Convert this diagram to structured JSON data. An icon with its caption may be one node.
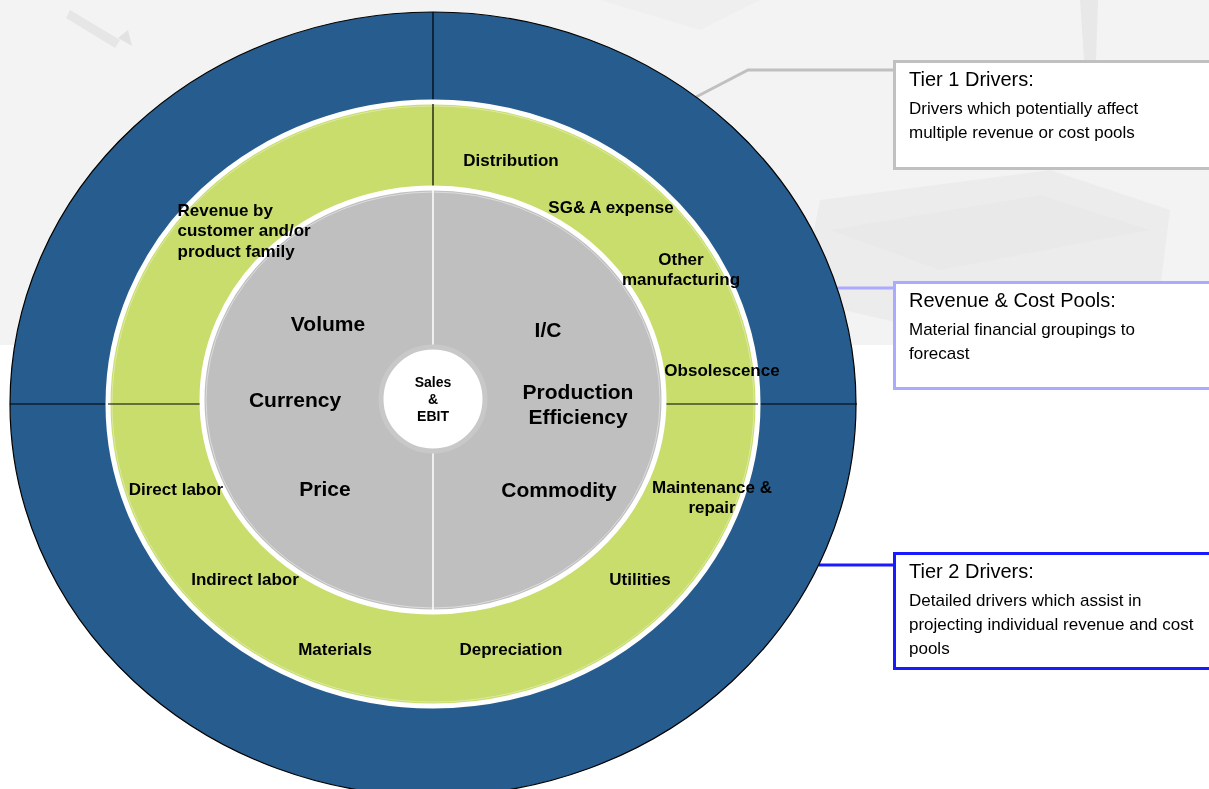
{
  "diagram": {
    "nodes": [
      {
        "text": [],
        "shape": "circle"
      },
      {
        "text": [
          "Distribution",
          "Revenue by customer and/or product family",
          "SG& A expense",
          "Other manufacturing",
          "Obsolescence",
          "Direct labor",
          "Maintenance & repair",
          "Indirect labor",
          "Utilities",
          "Materials",
          "Depreciation"
        ],
        "in": 0
      },
      {
        "text": [
          "Volume",
          "I/C",
          "Currency",
          "Production Efficiency",
          "Price",
          "Commodity"
        ],
        "in": 1
      },
      {
        "text": [
          "Sales & EBIT"
        ],
        "in": 2
      },
      {
        "text": [
          "Tier 1 Drivers:",
          "Drivers which potentially affect multiple revenue or cost pools"
        ]
      },
      {
        "text": [
          "Revenue & Cost Pools:",
          "Material financial groupings to forecast"
        ]
      },
      {
        "text": [
          "Tier 2 Drivers:",
          "Detailed drivers which assist in projecting individual revenue and cost pools"
        ]
      }
    ],
    "edges": [
      {
        "from": 4,
        "to": 0,
        "arrow": "none",
        "color": "#c0c0c0"
      },
      {
        "from": 5,
        "to": 0,
        "arrow": "none",
        "color": "#aaaaff"
      },
      {
        "from": 6,
        "to": 0,
        "arrow": "none",
        "color": "#1a1aff"
      }
    ]
  }
}
